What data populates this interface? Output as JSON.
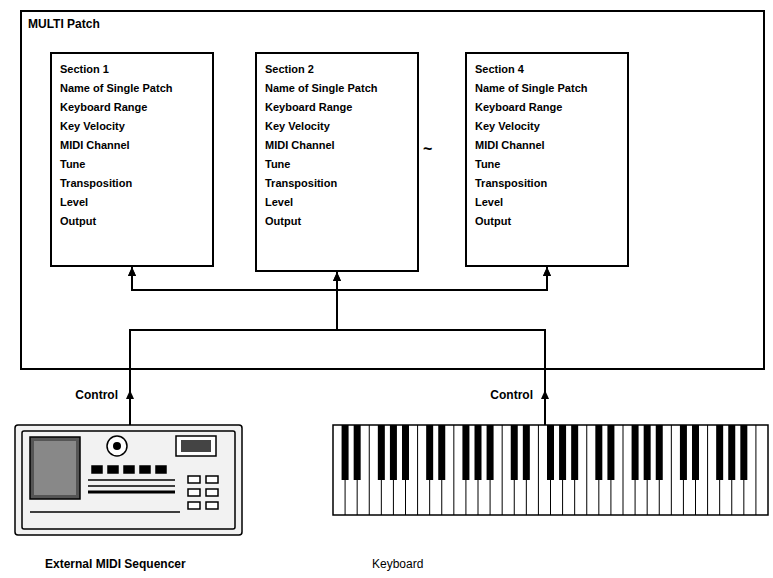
{
  "diagram": {
    "nodes": [
      {
        "text": [
          "MULTI Patch"
        ]
      },
      {
        "text": [
          "Section 1",
          "Name of Single Patch",
          "Keyboard Range",
          "Key Velocity",
          "MIDI Channel",
          "Tune",
          "Transposition",
          "Level",
          "Output"
        ],
        "in": 0
      },
      {
        "text": [
          "Section 2",
          "Name of Single Patch",
          "Keyboard Range",
          "Key Velocity",
          "MIDI Channel",
          "Tune",
          "Transposition",
          "Level",
          "Output"
        ],
        "in": 0
      },
      {
        "text": [
          "Section 4",
          "Name of Single Patch",
          "Keyboard Range",
          "Key Velocity",
          "MIDI Channel",
          "Tune",
          "Transposition",
          "Level",
          "Output"
        ],
        "in": 0
      },
      {
        "text": [
          "External MIDI Sequencer"
        ]
      },
      {
        "text": [
          "Keyboard"
        ]
      }
    ],
    "edges": [
      {
        "from": 4,
        "to": 1,
        "arrow": "to"
      },
      {
        "from": 4,
        "to": 2,
        "label": "Control",
        "arrow": "to"
      },
      {
        "from": 4,
        "to": 3,
        "arrow": "to"
      },
      {
        "from": 5,
        "to": 1,
        "arrow": "to"
      },
      {
        "from": 5,
        "to": 2,
        "label": "Control",
        "arrow": "to"
      },
      {
        "from": 5,
        "to": 3,
        "arrow": "to"
      }
    ],
    "labels": [
      "~"
    ]
  }
}
